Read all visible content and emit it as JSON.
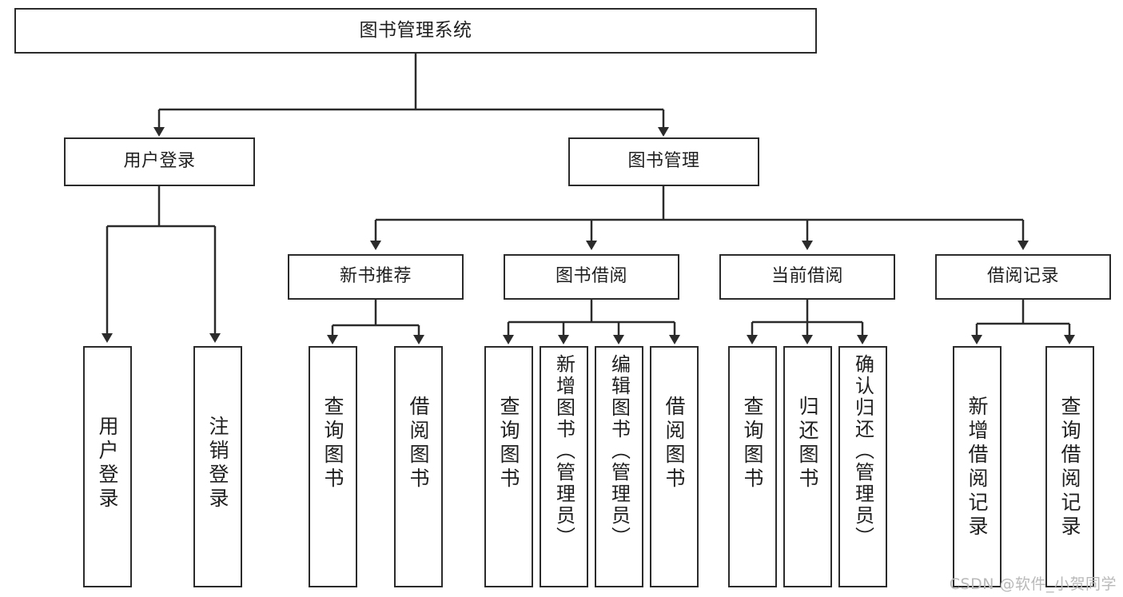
{
  "diagram": {
    "title": "图书管理系统",
    "type": "tree-hierarchy-chart",
    "root": {
      "label": "图书管理系统"
    },
    "level1": [
      {
        "label": "用户登录"
      },
      {
        "label": "图书管理"
      }
    ],
    "level2": [
      {
        "label": "新书推荐"
      },
      {
        "label": "图书借阅"
      },
      {
        "label": "当前借阅"
      },
      {
        "label": "借阅记录"
      }
    ],
    "leaves": [
      {
        "label": "用户登录"
      },
      {
        "label": "注销登录"
      },
      {
        "label": "查询图书"
      },
      {
        "label": "借阅图书"
      },
      {
        "label": "查询图书"
      },
      {
        "label": "新增图书（管理员）"
      },
      {
        "label": "编辑图书（管理员）"
      },
      {
        "label": "借阅图书"
      },
      {
        "label": "查询图书"
      },
      {
        "label": "归还图书"
      },
      {
        "label": "确认归还（管理员）"
      },
      {
        "label": "新增借阅记录"
      },
      {
        "label": "查询借阅记录"
      }
    ]
  },
  "watermark": {
    "text": "CSDN @软件_小贺同学"
  },
  "colors": {
    "box_border": "#2b2b2b",
    "box_fill": "#ffffff",
    "text": "#1f1f1f",
    "connector": "#2b2b2b",
    "watermark": "#b9b9b9",
    "background": "#ffffff"
  }
}
